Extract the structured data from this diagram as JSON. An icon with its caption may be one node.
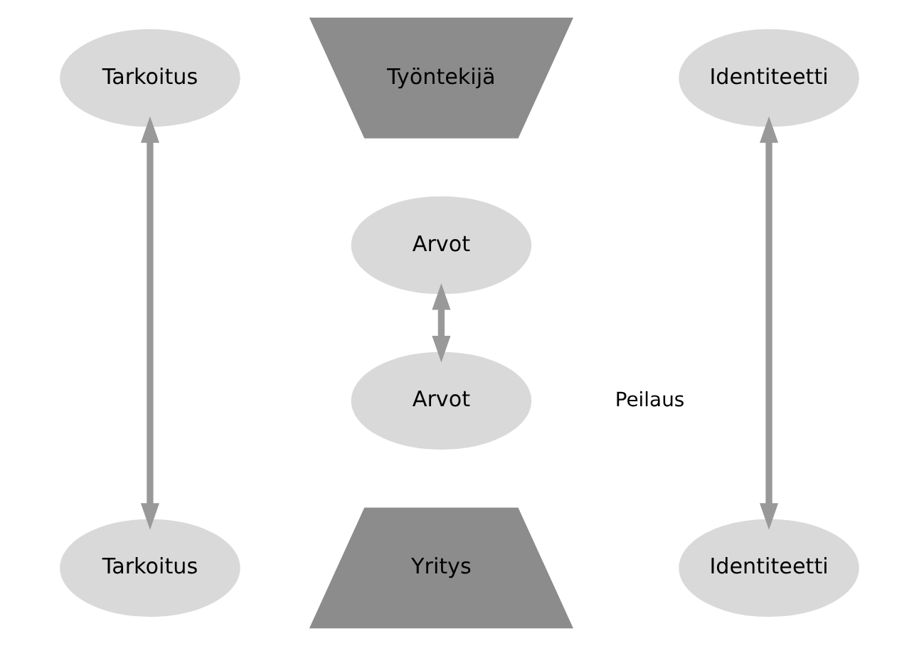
{
  "diagram": {
    "nodes": [
      {
        "text": [
          "Työntekijä"
        ]
      },
      {
        "text": [
          "Tarkoitus"
        ]
      },
      {
        "text": [
          "Identiteetti"
        ]
      },
      {
        "text": [
          "Arvot"
        ]
      },
      {
        "text": [
          "Arvot"
        ]
      },
      {
        "text": [
          "Yritys"
        ]
      },
      {
        "text": [
          "Tarkoitus"
        ]
      },
      {
        "text": [
          "Identiteetti"
        ]
      }
    ],
    "edges": [
      {
        "from": 3,
        "to": 4,
        "arrow": "both"
      },
      {
        "from": 1,
        "to": 6,
        "arrow": "both"
      },
      {
        "from": 2,
        "to": 7,
        "arrow": "both"
      }
    ],
    "labels": [
      "Peilaus"
    ]
  }
}
